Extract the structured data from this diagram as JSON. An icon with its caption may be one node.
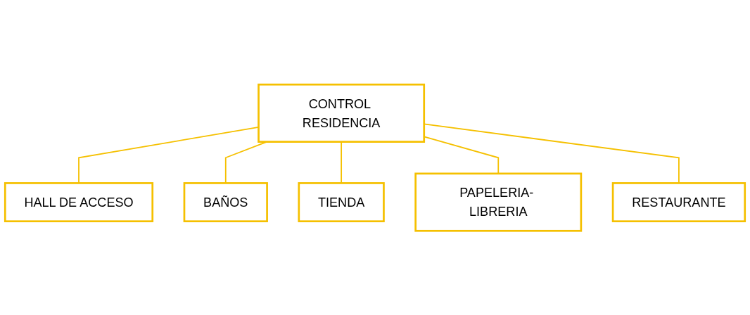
{
  "diagram": {
    "nodes": [
      {
        "text": [
          "CONTROL RESIDENCIA"
        ]
      },
      {
        "text": [
          "HALL DE ACCESO"
        ]
      },
      {
        "text": [
          "BAÑOS"
        ]
      },
      {
        "text": [
          "TIENDA"
        ]
      },
      {
        "text": [
          "PAPELERIA- LIBRERIA"
        ]
      },
      {
        "text": [
          "RESTAURANTE"
        ]
      }
    ],
    "edges": [
      {
        "from": 0,
        "to": 1,
        "arrow": "none"
      },
      {
        "from": 0,
        "to": 2,
        "arrow": "none"
      },
      {
        "from": 0,
        "to": 3,
        "arrow": "none"
      },
      {
        "from": 0,
        "to": 4,
        "arrow": "none"
      },
      {
        "from": 0,
        "to": 5,
        "arrow": "none"
      }
    ]
  }
}
